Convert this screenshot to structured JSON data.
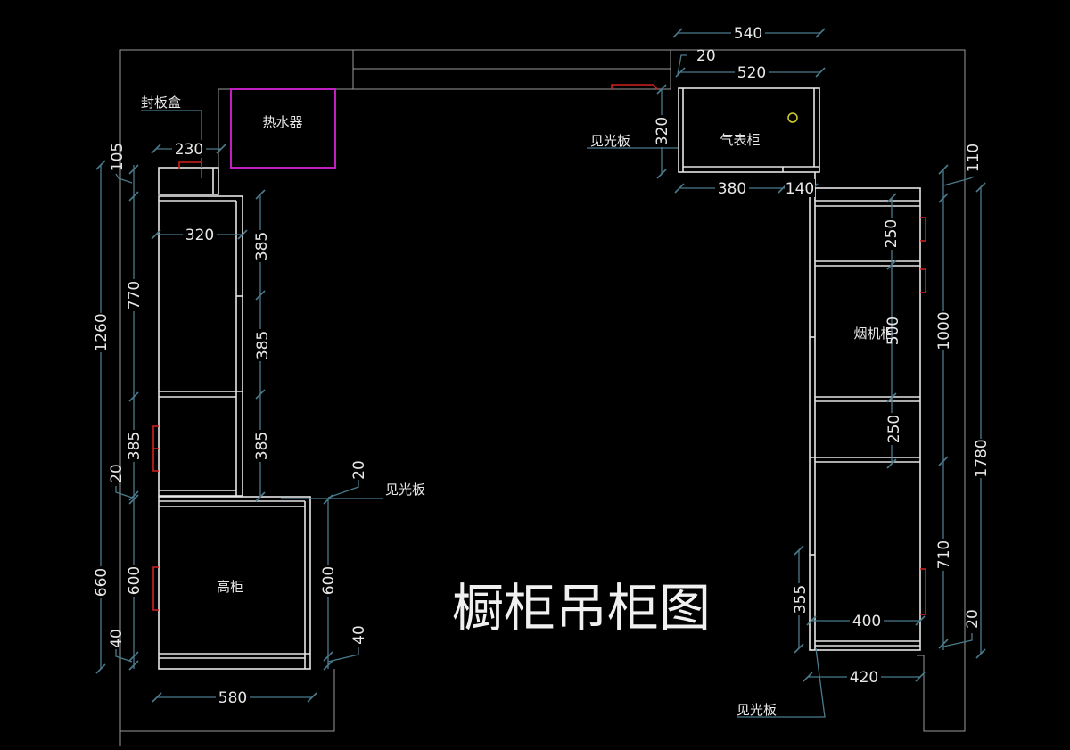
{
  "drawing": {
    "title": "橱柜吊柜图",
    "colors": {
      "background": "#000000",
      "cabinet_lines": "#e6e6e6",
      "wall_lines": "#9a9a9a",
      "dimension_lines": "#4a7a8c",
      "handles": "#d42020",
      "water_heater": "#c020c0",
      "gas_meter_marker": "#d6d02a"
    },
    "labels": {
      "sealing_box": "封板盒",
      "water_heater": "热水器",
      "gas_meter_cabinet": "气表柜",
      "range_hood_cabinet": "烟机柜",
      "tall_cabinet": "高柜",
      "visible_panel_top": "见光板",
      "visible_panel_left": "见光板",
      "visible_panel_bottom": "见光板"
    },
    "dimensions": {
      "top_total_width": "540",
      "top_gap": "20",
      "gas_cab_width": "520",
      "gas_cab_height": "320",
      "gas_cab_bottom_left": "380",
      "gas_cab_bottom_right": "140",
      "box_width": "230",
      "left_top_offset": "105",
      "left_upper_width": "320",
      "left_total_height": "1260",
      "left_upper_height": "770",
      "left_mid_height": "385",
      "left_gap_20": "20",
      "left_lower_outer": "660",
      "left_lower_inner": "600",
      "left_bottom_40": "40",
      "shelf_1": "385",
      "shelf_2": "385",
      "shelf_3": "385",
      "right_panel_20": "20",
      "tall_right_600": "600",
      "tall_right_40": "40",
      "tall_width": "580",
      "right_top_offset": "110",
      "right_upper_total": "1000",
      "right_total": "1780",
      "hood_shelf_top": "250",
      "hood_mid": "500",
      "hood_shelf_bottom": "250",
      "right_lower": "710",
      "right_bottom_20": "20",
      "right_side_355": "355",
      "right_inner_width": "400",
      "right_outer_width": "420"
    }
  }
}
